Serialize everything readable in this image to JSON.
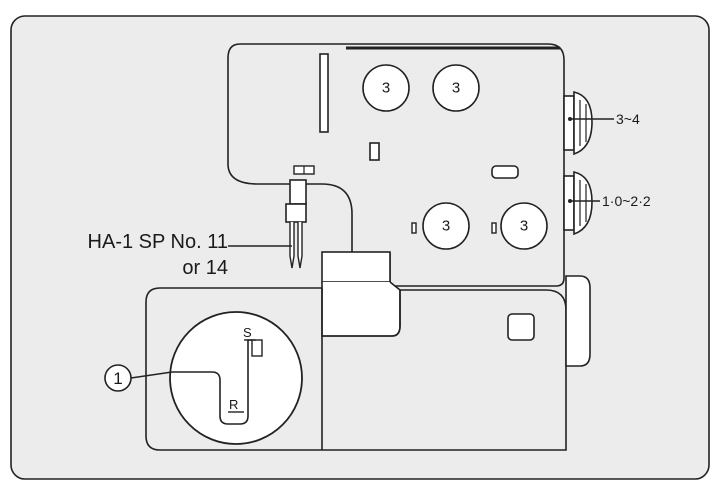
{
  "colors": {
    "frame_fill": "#ececec",
    "machine_fill": "#ffffff",
    "ink": "#222222"
  },
  "tension_dials": [
    "3",
    "3",
    "3",
    "3"
  ],
  "side_knob_labels": {
    "upper": "3~4",
    "lower": "1·0~2·2"
  },
  "needle_label": {
    "line1": "HA-1 SP No. 11",
    "line2": "or 14"
  },
  "detail_view": {
    "callout_number": "1",
    "mark_s": "S",
    "mark_r": "R"
  }
}
